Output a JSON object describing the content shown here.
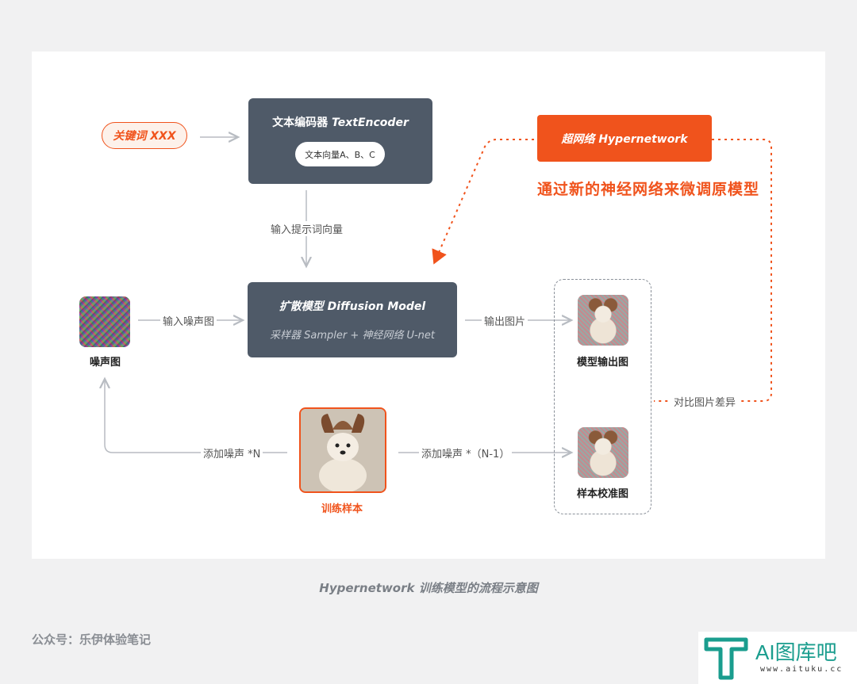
{
  "keyword_pill": "关键词 XXX",
  "encoder": {
    "title_cn": "文本编码器 ",
    "title_en": "TextEncoder",
    "vector_pill": "文本向量A、B、C"
  },
  "hyper": {
    "title": "超网络 Hypernetwork",
    "slogan": "通过新的神经网络来微调原模型"
  },
  "diffusion": {
    "title": "扩散模型 Diffusion Model",
    "subtitle": "采样器 Sampler  +  神经网络 U-net"
  },
  "labels": {
    "input_prompt": "输入提示词向量",
    "input_noise": "输入噪声图",
    "output_image": "输出图片",
    "add_noise_n": "添加噪声 *N",
    "add_noise_n1": "添加噪声 *（N-1）",
    "compare_diff": "对比图片差异"
  },
  "captions": {
    "noise": "噪声图",
    "model_output": "模型输出图",
    "calibration": "样本校准图",
    "training_sample": "训练样本"
  },
  "figure_caption": "Hypernetwork 训练模型的流程示意图",
  "footer": "公众号：乐伊体验笔记",
  "watermark": {
    "name": "AI图库吧",
    "url": "www.aituku.cc"
  },
  "colors": {
    "accent": "#f0531c",
    "dark_box": "#4f5a68",
    "teal": "#1a9d8e"
  }
}
